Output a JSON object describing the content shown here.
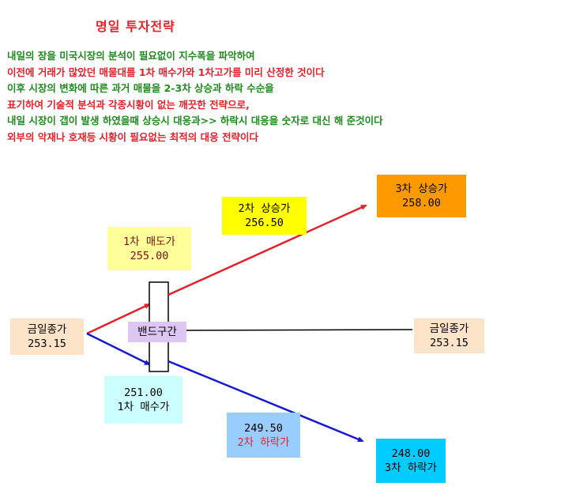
{
  "title": "명일 투자전략",
  "description": [
    {
      "text": "내일의 장을 미국시장의 분석이 필요없이 지수폭을 파악하여",
      "color": "green"
    },
    {
      "text": "이전에 거래가 많았던 매물대를 1차 매수가와 1차고가를 미리 산정한 것이다",
      "color": "red"
    },
    {
      "text": "이후 시장의 변화에 따른 과거 매물을 2-3차 상승과 하락 수순을",
      "color": "green"
    },
    {
      "text": "표기하여 기술적  분석과 각종시황이 없는 깨끗한 전략으로,",
      "color": "red"
    },
    {
      "text": "내일 시장이 갭이 발생 하였을때 상승시 대응과>> 하락시 대응을 숫자로 대신 해 준것이다",
      "color": "green"
    },
    {
      "text": "외부의 악재나 호재등  시황이 필요없는 최적의 대응 전략이다",
      "color": "red"
    }
  ],
  "boxes": {
    "close_left": {
      "line1": "금일종가",
      "line2": "253.15",
      "bg": "#fde3c8",
      "color": "#000000"
    },
    "sell1": {
      "line1": "1차 매도가",
      "line2": "255.00",
      "bg": "#ffff99",
      "color": "#7a1010"
    },
    "rise2": {
      "line1": "2차 상승가",
      "line2": "256.50",
      "bg": "#ffff00",
      "color": "#000000"
    },
    "rise3": {
      "line1": "3차 상승가",
      "line2": "258.00",
      "bg": "#ff9900",
      "color": "#000000"
    },
    "band": {
      "line1": "밴드구간",
      "bg": "#ddc7f2",
      "color": "#000000"
    },
    "close_right": {
      "line1": "금일종가",
      "line2": "253.15",
      "bg": "#fde3c8",
      "color": "#000000"
    },
    "buy1": {
      "line1": "251.00",
      "line2": "1차 매수가",
      "bg": "#ccffff",
      "color": "#000000"
    },
    "fall2": {
      "line1": "249.50",
      "line2": "2차 하락가",
      "bg": "#99ccff",
      "color": "#000000",
      "line2_color": "#e8202a"
    },
    "fall3": {
      "line1": "248.00",
      "line2": "3차 하락가",
      "bg": "#00ccff",
      "color": "#000000"
    }
  },
  "colors": {
    "up_arrow": "#e8202a",
    "down_arrow": "#1717d8",
    "flat_line": "#000000"
  }
}
